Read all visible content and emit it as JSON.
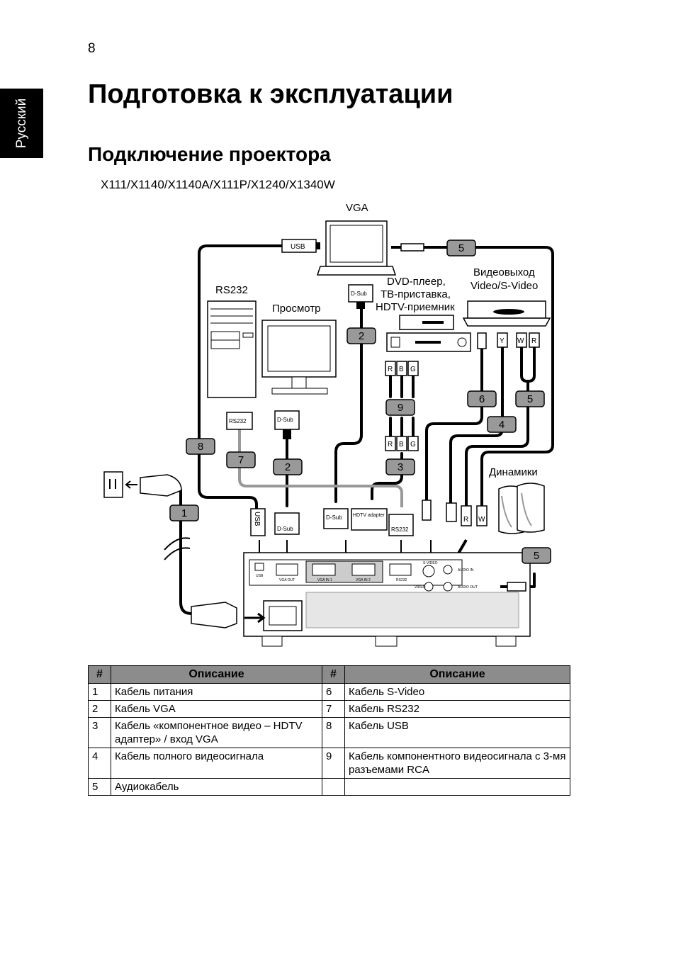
{
  "page": {
    "number": "8",
    "language_tab": "Русский",
    "title": "Подготовка к эксплуатации",
    "section_title": "Подключение проектора",
    "models": "X111/X1140/X1140A/X111P/X1240/X1340W"
  },
  "diagram": {
    "labels": {
      "vga": "VGA",
      "rs232": "RS232",
      "monitor": "Просмотр",
      "dvd_line1": "DVD-плеер,",
      "dvd_line2": "ТВ-приставка,",
      "dvd_line3": "HDTV-приемник",
      "video_line1": "Видеовыход",
      "video_line2": "Video/S-Video",
      "speakers": "Динамики"
    },
    "connectors": {
      "usb": "USB",
      "dsub": "D-Sub",
      "rs232": "RS232",
      "hdtv": "HDTV adapter",
      "r": "R",
      "b": "B",
      "g": "G",
      "y": "Y",
      "w": "W"
    },
    "port_labels": {
      "usb": "USB",
      "vga_out": "VGA OUT",
      "vga_in1": "VGA IN 1",
      "vga_in2": "VGA IN 2",
      "rs232": "RS232",
      "s_video": "S-VIDEO",
      "video": "VIDEO",
      "audio_in": "AUDIO IN",
      "audio_out": "AUDIO OUT"
    },
    "cable_numbers": {
      "n1": "1",
      "n2a": "2",
      "n2b": "2",
      "n3": "3",
      "n4": "4",
      "n5a": "5",
      "n5b": "5",
      "n5c": "5",
      "n6": "6",
      "n7": "7",
      "n8": "8",
      "n9": "9"
    }
  },
  "table": {
    "headers": [
      "#",
      "Описание",
      "#",
      "Описание"
    ],
    "rows": [
      [
        "1",
        "Кабель питания",
        "6",
        "Кабель S-Video"
      ],
      [
        "2",
        "Кабель VGA",
        "7",
        "Кабель RS232"
      ],
      [
        "3",
        "Кабель «компонентное видео – HDTV адаптер» / вход VGA",
        "8",
        "Кабель USB"
      ],
      [
        "4",
        "Кабель полного видеосигнала",
        "9",
        "Кабель компонентного видеосигнала с 3-мя разъемами RCA"
      ],
      [
        "5",
        "Аудиокабель",
        "",
        ""
      ]
    ]
  }
}
